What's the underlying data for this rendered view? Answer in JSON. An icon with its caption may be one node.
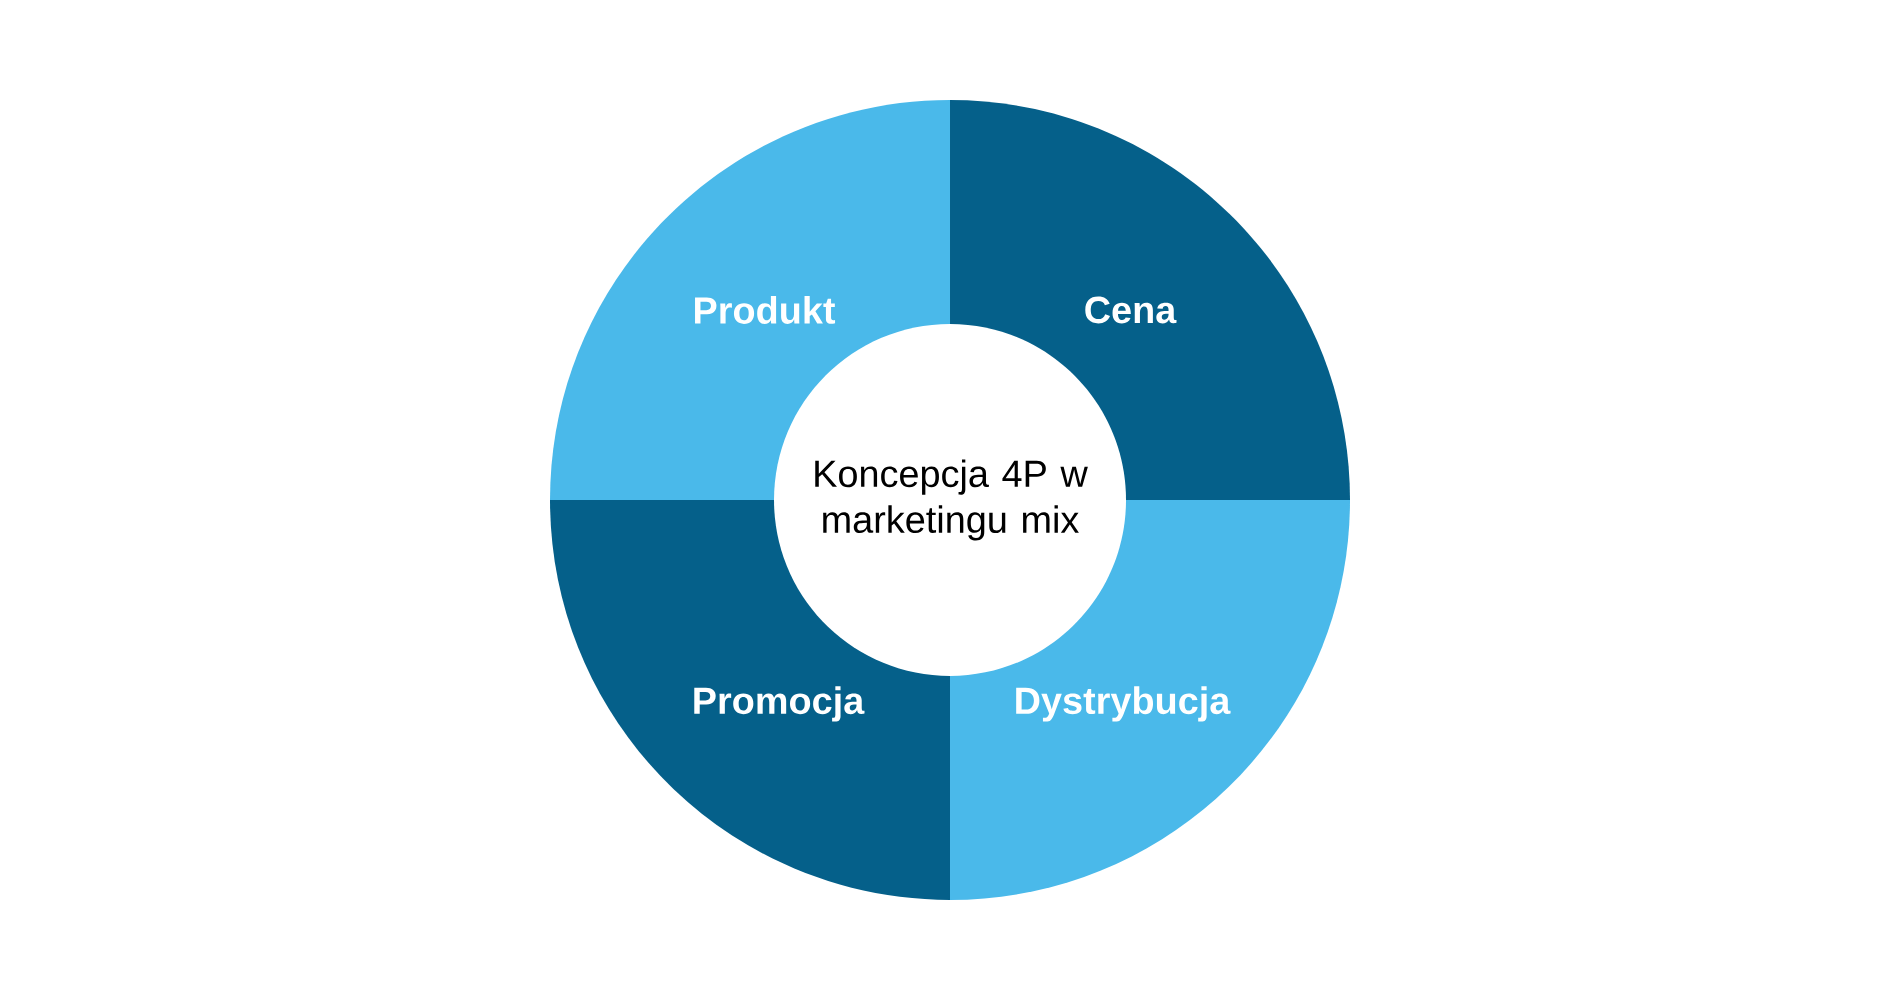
{
  "diagram": {
    "nodes": [
      {
        "text": [
          "Produkt"
        ]
      },
      {
        "text": [
          "Cena"
        ]
      },
      {
        "text": [
          "Koncepcja 4P w marketingu mix"
        ]
      },
      {
        "text": [
          "Promocja"
        ]
      },
      {
        "text": [
          "Dystrybucja"
        ]
      }
    ]
  }
}
